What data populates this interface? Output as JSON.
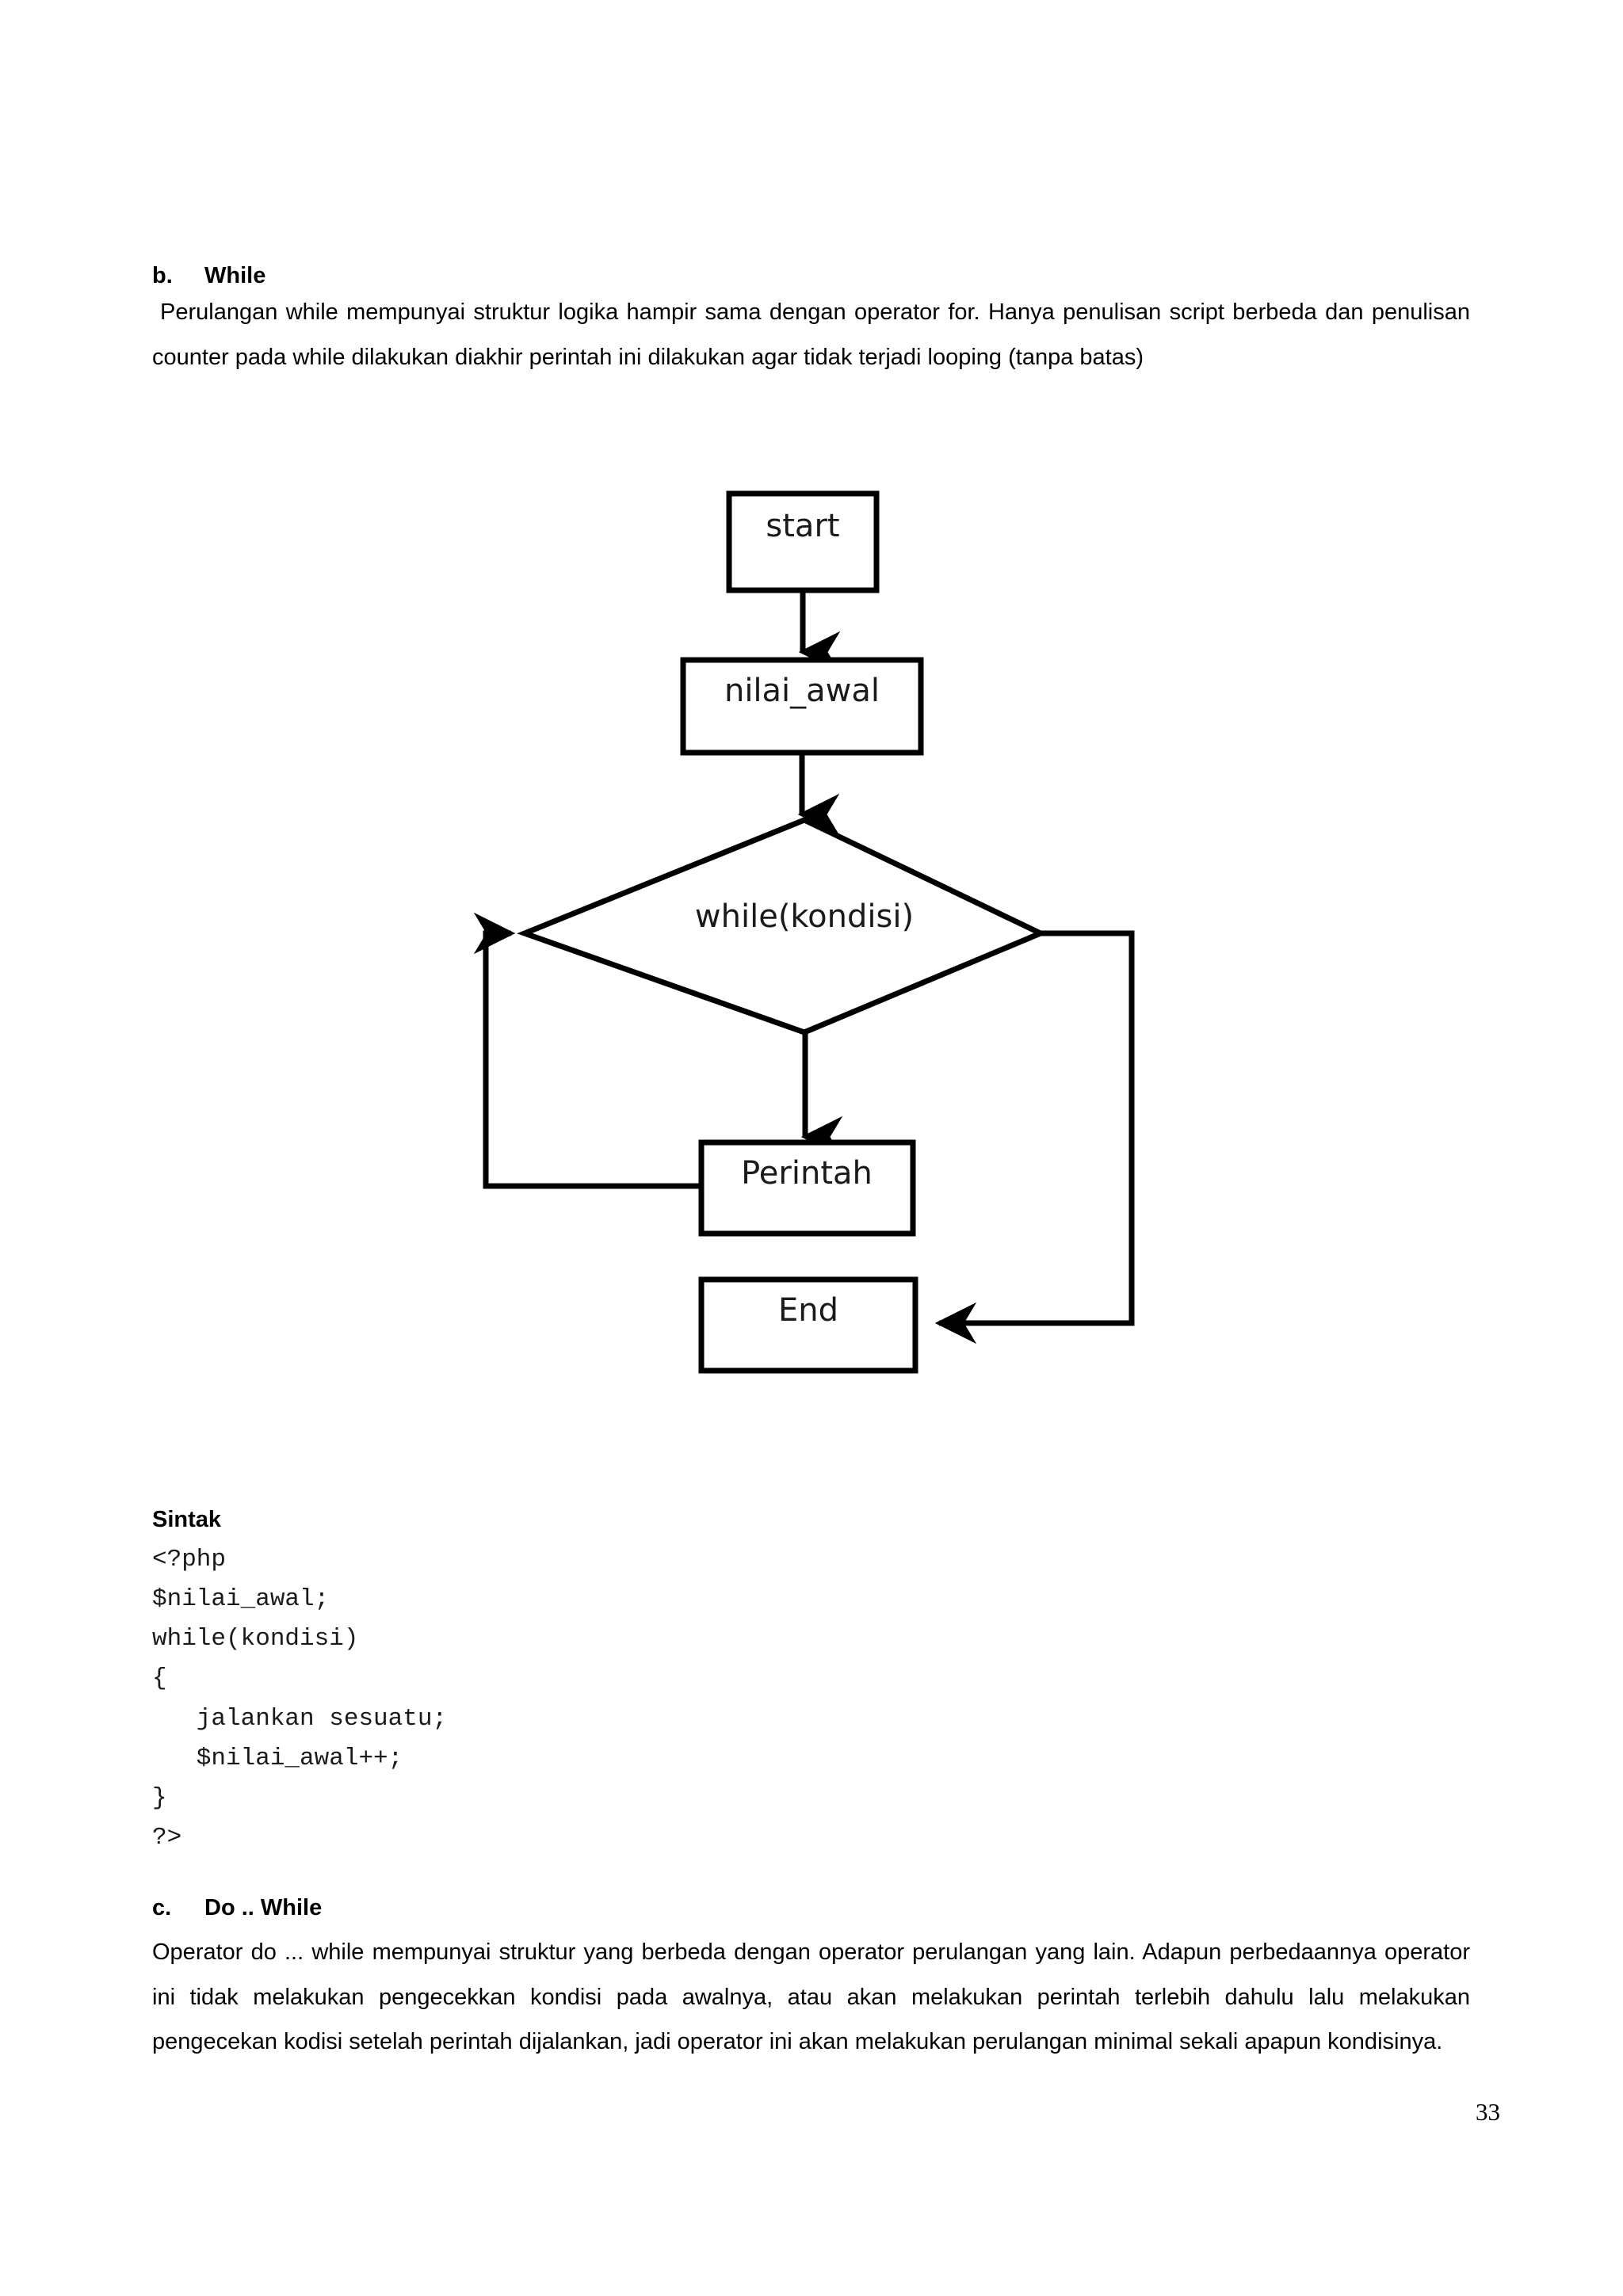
{
  "document": {
    "page_number": "33"
  },
  "section_b": {
    "marker": "b.",
    "heading": "While",
    "paragraph": "Perulangan while mempunyai struktur logika hampir sama dengan operator for. Hanya penulisan script berbeda dan penulisan counter pada while dilakukan diakhir perintah ini dilakukan agar tidak terjadi looping (tanpa batas)"
  },
  "flowchart": {
    "title": "while loop flowchart",
    "nodes": {
      "start": "start",
      "nilai_awal": "nilai_awal",
      "condition": "while(kondisi)",
      "perintah": "Perintah",
      "end": "End"
    }
  },
  "sintak": {
    "title": "Sintak",
    "code_lines": [
      "<?php",
      "$nilai_awal;",
      "while(kondisi)",
      "{",
      "   jalankan sesuatu;",
      "   $nilai_awal++;",
      "}",
      "?>"
    ],
    "code": "<?php\n$nilai_awal;\nwhile(kondisi)\n{\n   jalankan sesuatu;\n   $nilai_awal++;\n}\n?>"
  },
  "section_c": {
    "marker": "c.",
    "heading": "Do .. While",
    "paragraph": "Operator do ... while mempunyai struktur yang berbeda dengan operator perulangan yang lain. Adapun perbedaannya operator ini tidak melakukan pengecekkan kondisi pada awalnya, atau akan melakukan perintah terlebih dahulu lalu melakukan pengecekan kodisi setelah perintah dijalankan, jadi operator ini akan melakukan perulangan minimal sekali apapun kondisinya."
  },
  "colors": {
    "ink": "#000000",
    "paper": "#ffffff",
    "diagram_stroke": "#000000"
  }
}
